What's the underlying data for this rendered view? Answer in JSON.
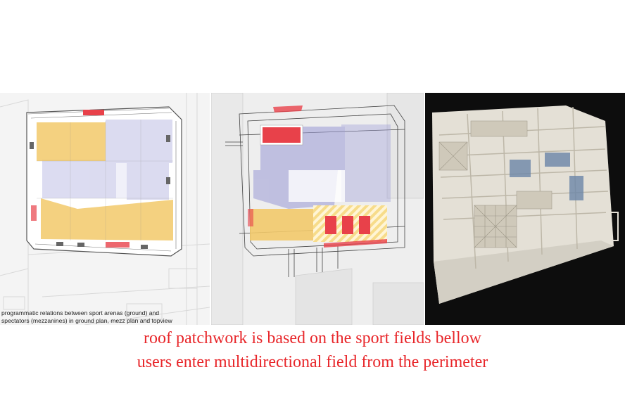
{
  "figure": {
    "panels": [
      {
        "name": "ground-plan"
      },
      {
        "name": "mezzanine-overlay-plan"
      },
      {
        "name": "physical-model-topview"
      }
    ],
    "small_caption": {
      "line1": "programmatic relations between sport arenas (ground) and",
      "line2": "spectators (mezzanines) in ground plan, mezz plan and topview"
    },
    "main_caption": {
      "line1": "roof patchwork is based on the sport fields bellow",
      "line2": "users enter multidirectional field from the perimeter"
    },
    "colors": {
      "caption_red": "#e8262a",
      "arena_yellow": "#f2c96a",
      "spectator_blue": "#9a9ad6",
      "accent_red": "#e8414a",
      "model_background": "#0d0d0d"
    }
  }
}
